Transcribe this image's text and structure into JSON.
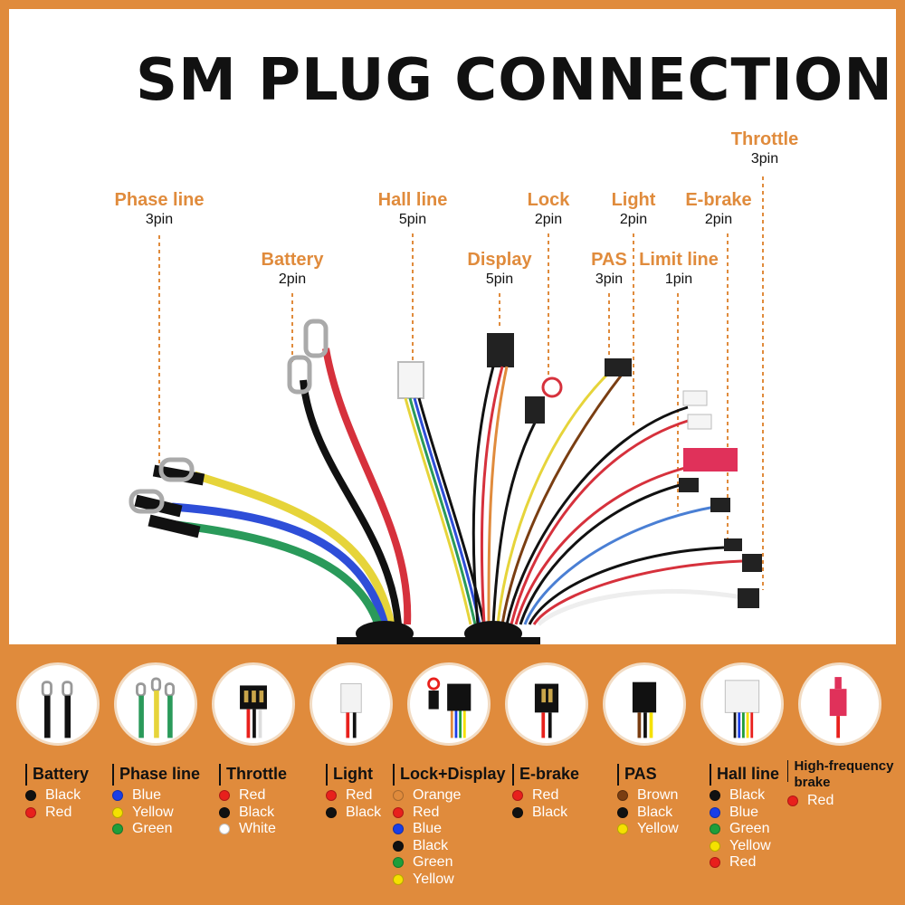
{
  "title": "SM PLUG CONNECTION",
  "callouts": [
    {
      "name": "Phase line",
      "pins": "3pin"
    },
    {
      "name": "Battery",
      "pins": "2pin"
    },
    {
      "name": "Hall line",
      "pins": "5pin"
    },
    {
      "name": "Display",
      "pins": "5pin"
    },
    {
      "name": "Lock",
      "pins": "2pin"
    },
    {
      "name": "PAS",
      "pins": "3pin"
    },
    {
      "name": "Light",
      "pins": "2pin"
    },
    {
      "name": "Limit line",
      "pins": "1pin"
    },
    {
      "name": "E-brake",
      "pins": "2pin"
    },
    {
      "name": "Throttle",
      "pins": "3pin"
    }
  ],
  "legend": [
    {
      "label": "Battery",
      "items": [
        {
          "name": "Black",
          "color": "#111111"
        },
        {
          "name": "Red",
          "color": "#e8201c"
        }
      ]
    },
    {
      "label": "Phase line",
      "items": [
        {
          "name": "Blue",
          "color": "#1a3ee6"
        },
        {
          "name": "Yellow",
          "color": "#f5e100"
        },
        {
          "name": "Green",
          "color": "#1f9e3a"
        }
      ]
    },
    {
      "label": "Throttle",
      "items": [
        {
          "name": "Red",
          "color": "#e8201c"
        },
        {
          "name": "Black",
          "color": "#111111"
        },
        {
          "name": "White",
          "color": "#ffffff"
        }
      ]
    },
    {
      "label": "Light",
      "items": [
        {
          "name": "Red",
          "color": "#e8201c"
        },
        {
          "name": "Black",
          "color": "#111111"
        }
      ]
    },
    {
      "label": "Lock+Display",
      "items": [
        {
          "name": "Orange",
          "color": "#e08b3c"
        },
        {
          "name": "Red",
          "color": "#e8201c"
        },
        {
          "name": "Blue",
          "color": "#1a3ee6"
        },
        {
          "name": "Black",
          "color": "#111111"
        },
        {
          "name": "Green",
          "color": "#1f9e3a"
        },
        {
          "name": "Yellow",
          "color": "#f5e100"
        }
      ]
    },
    {
      "label": "E-brake",
      "items": [
        {
          "name": "Red",
          "color": "#e8201c"
        },
        {
          "name": "Black",
          "color": "#111111"
        }
      ]
    },
    {
      "label": "PAS",
      "items": [
        {
          "name": "Brown",
          "color": "#7a3e12"
        },
        {
          "name": "Black",
          "color": "#111111"
        },
        {
          "name": "Yellow",
          "color": "#f5e100"
        }
      ]
    },
    {
      "label": "Hall line",
      "items": [
        {
          "name": "Black",
          "color": "#111111"
        },
        {
          "name": "Blue",
          "color": "#1a3ee6"
        },
        {
          "name": "Green",
          "color": "#1f9e3a"
        },
        {
          "name": "Yellow",
          "color": "#f5e100"
        },
        {
          "name": "Red",
          "color": "#e8201c"
        }
      ]
    },
    {
      "label": "High-frequency brake",
      "items": [
        {
          "name": "Red",
          "color": "#e8201c"
        }
      ]
    }
  ]
}
